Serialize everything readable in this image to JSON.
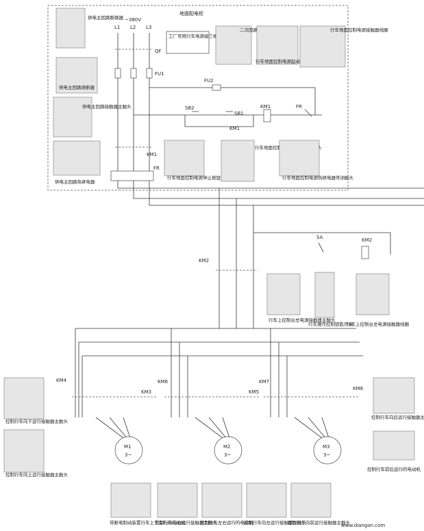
{
  "cabinet_title": "地面配电柜",
  "voltage": "~380V",
  "phases": [
    "L1",
    "L2",
    "L3"
  ],
  "labels": {
    "qf": "QF",
    "fu1": "FU1",
    "fu2": "FU2",
    "sb1": "SB1",
    "sb2": "SB2",
    "km1": "KM1",
    "fr": "FR",
    "km2": "KM2",
    "sa": "SA",
    "km3": "KM3",
    "km4": "KM4",
    "km5": "KM5",
    "km6": "KM6",
    "km7": "KM7",
    "km8": "KM8",
    "m1": "M1",
    "m2": "M2",
    "m3": "M3",
    "motor_type": "3~"
  },
  "captions": {
    "main_breaker": "供电主回路断路器",
    "power_note": "工厂常用行车电源接三相380V交流电",
    "secondary_breaker": "二次回路断路器",
    "start_button": "行车地面控制电源起动按钮",
    "ground_coil": "行车地面控制电源接触器线圈",
    "main_fuse": "供电主回路熔断器",
    "main_contactor": "供电主回路接触器主触头",
    "stop_button": "行车地面控制电源停止按钮",
    "km1_nc": "行车地面控制电源接触器常开触头",
    "ground_relay_contact": "行车地面控制电源热继电器常闭触头",
    "thermal_relay": "供电主回路热继电器",
    "upper_main_contact": "行车上控制台总电源接触器主触头",
    "operation_switch": "行车操作控制钥匙开关",
    "upper_coil": "行车上控制台总电源接触器线圈",
    "down_contactor": "控制行车向下运行接触器主触头",
    "up_contactor": "控制行车向上运行接触器主触头",
    "brake_motor": "带断电制动装置行车上下运行的电动机",
    "right_contactor": "控制行车向右运行接触器主触头",
    "lr_motor": "控制行车左右运行的电动机",
    "left_contactor": "控制行车向左运行接触器主触头",
    "front_contactor": "控制行车向前运行接触器主触头",
    "back_contactor": "控制行车向后运行接触器主触头",
    "fb_motor": "控制行车前后运行的电动机"
  },
  "watermark": "www.diangon.com"
}
